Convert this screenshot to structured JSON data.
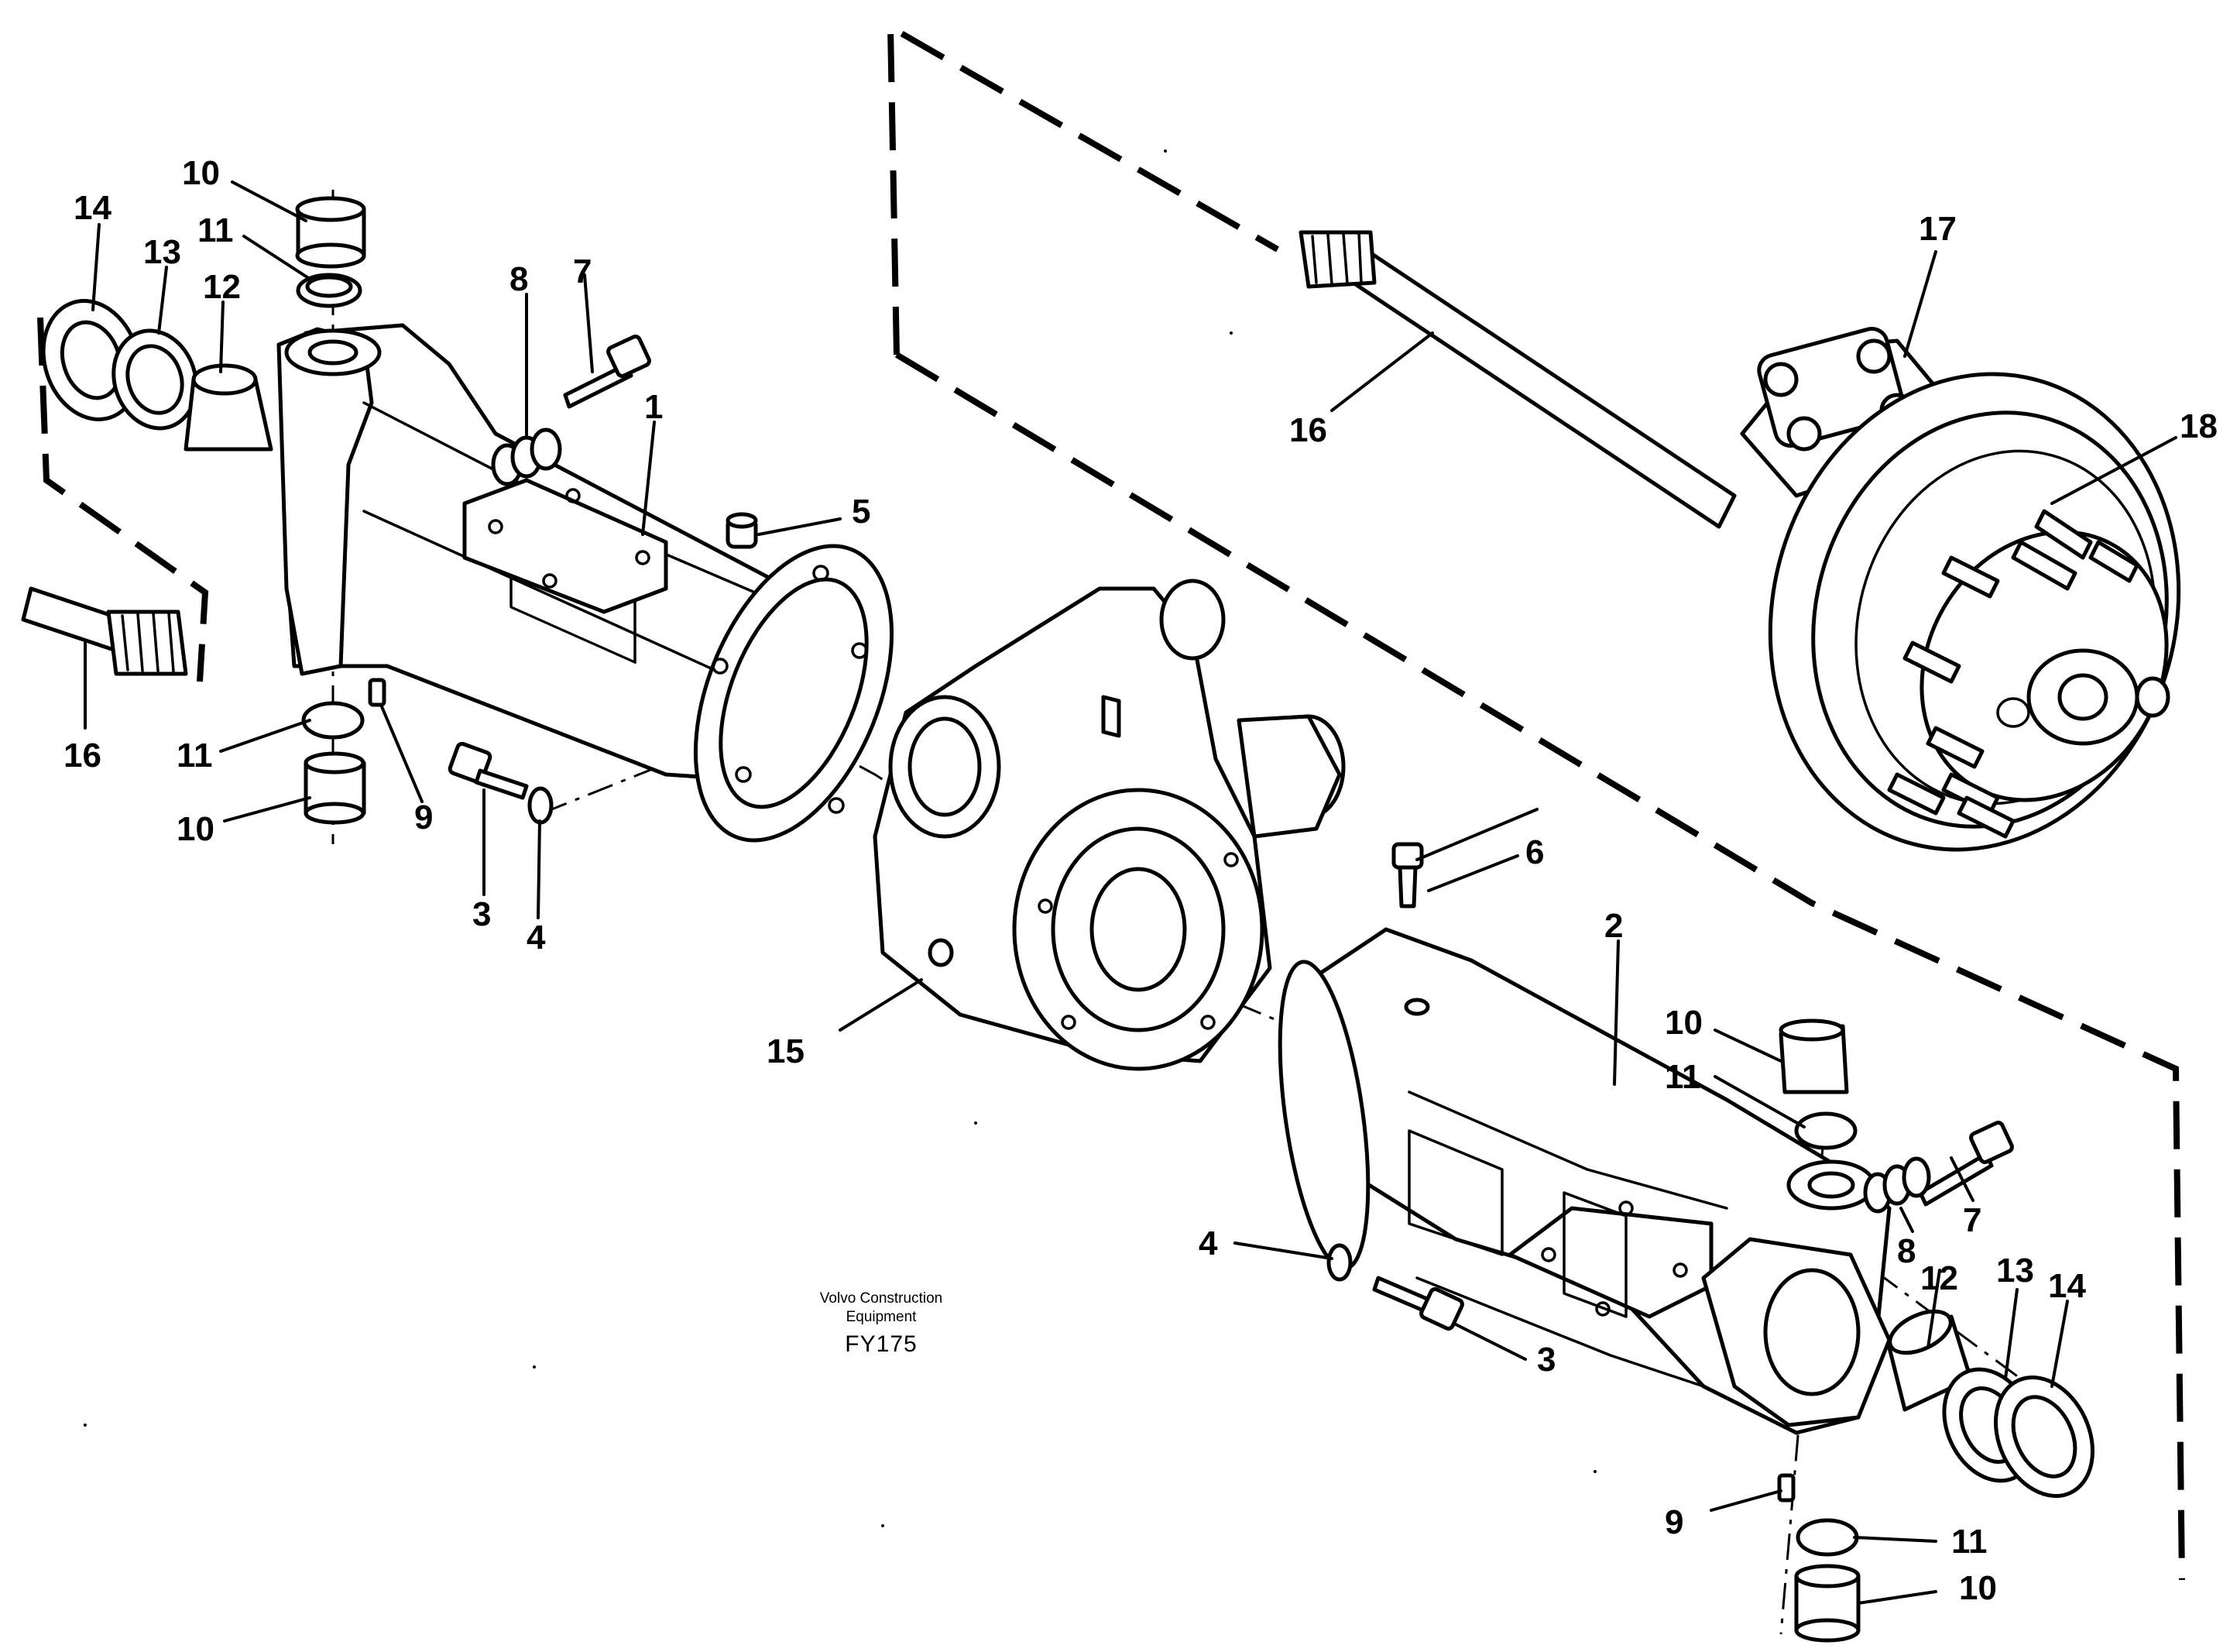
{
  "caption": {
    "line1": "Volvo Construction",
    "line2": "Equipment",
    "code": "FY175"
  },
  "callouts": {
    "n1": "1",
    "n2": "2",
    "n3a": "3",
    "n3b": "3",
    "n4a": "4",
    "n4b": "4",
    "n5": "5",
    "n6": "6",
    "n7a": "7",
    "n7b": "7",
    "n8a": "8",
    "n8b": "8",
    "n9a": "9",
    "n9b": "9",
    "n10a": "10",
    "n10b": "10",
    "n10c": "10",
    "n10d": "10",
    "n11a": "11",
    "n11b": "11",
    "n11c": "11",
    "n11d": "11",
    "n12a": "12",
    "n12b": "12",
    "n13a": "13",
    "n13b": "13",
    "n14a": "14",
    "n14b": "14",
    "n15": "15",
    "n16a": "16",
    "n16b": "16",
    "n17": "17",
    "n18": "18"
  }
}
